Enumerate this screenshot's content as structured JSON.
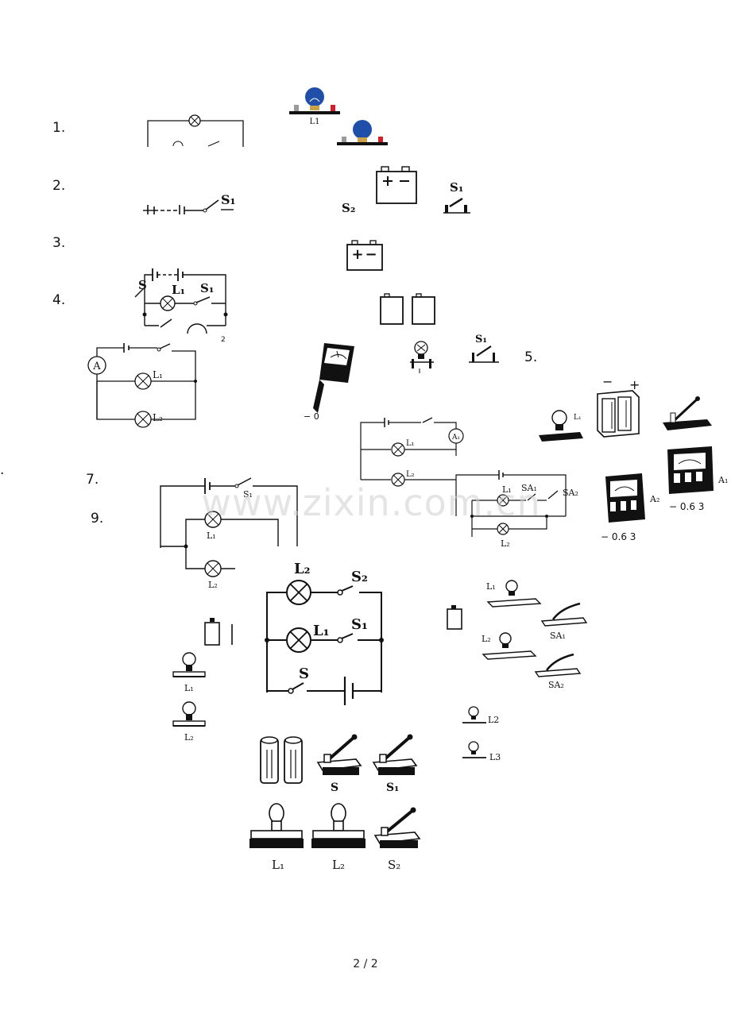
{
  "questions": [
    {
      "number": "1."
    },
    {
      "number": "2."
    },
    {
      "number": "3."
    },
    {
      "number": "4."
    },
    {
      "number": "5."
    },
    {
      "number": "7."
    },
    {
      "number": "9."
    }
  ],
  "stray_mark": ".",
  "figure_labels": {
    "q1_bulb_L1": "L1",
    "q2_switch_S1_schematic": "S₁",
    "q2_switch_S2": "S₂",
    "q2_switch_S1_real": "S₁",
    "q3_battery_plus": "+",
    "q3_battery_minus": "−",
    "q4_S": "S",
    "q4_L1": "L₁",
    "q4_S1": "S₁",
    "q4_fragment": "2",
    "q4_S1_real": "S₁",
    "q4_ammeter_scale": "− 0",
    "q5_ammeter": "A",
    "q5_L1": "L₁",
    "q5_L2": "L₂",
    "q5b_A1": "A₁",
    "q5b_L1": "L₁",
    "q5b_L2": "L₂",
    "q5c_L1": "L₁",
    "q5c_battery_minus": "−",
    "q5c_battery_plus": "+",
    "q5c_A1": "A₁",
    "q5c_A2": "A₂",
    "q5c_scale_A1": "− 0.6 3",
    "q5c_scale_A2": "− 0.6 3",
    "q7_S1": "S₁",
    "q7_L1": "L₁",
    "q7_L2": "L₂",
    "q7b_L1": "L₁",
    "q7b_SA1": "SA₁",
    "q7b_SA2": "SA₂",
    "q7b_L2": "L₂",
    "q9_L2": "L₂",
    "q9_S2": "S₂",
    "q9_L1": "L₁",
    "q9_S1": "S₁",
    "q9_S": "S",
    "q9_real_L1": "L₁",
    "q9_real_L2": "L₂",
    "q9b_L1": "L₁",
    "q9b_SA1": "SA₁",
    "q9b_L2": "L₂",
    "q9b_SA2": "SA₂",
    "q9c_L2": "L2",
    "q9c_L3": "L3",
    "q9d_S": "S",
    "q9d_S1": "S₁",
    "q9d_L1": "L₁",
    "q9d_L2": "L₂",
    "q9d_S2": "S₂"
  },
  "watermark": "www.zixin.com.cn",
  "page_number": "2 / 2",
  "colors": {
    "bulb_blue": "#1f4fa8",
    "terminal_red": "#d0202a",
    "ink": "#111111",
    "watermark": "#cfcfcf"
  }
}
